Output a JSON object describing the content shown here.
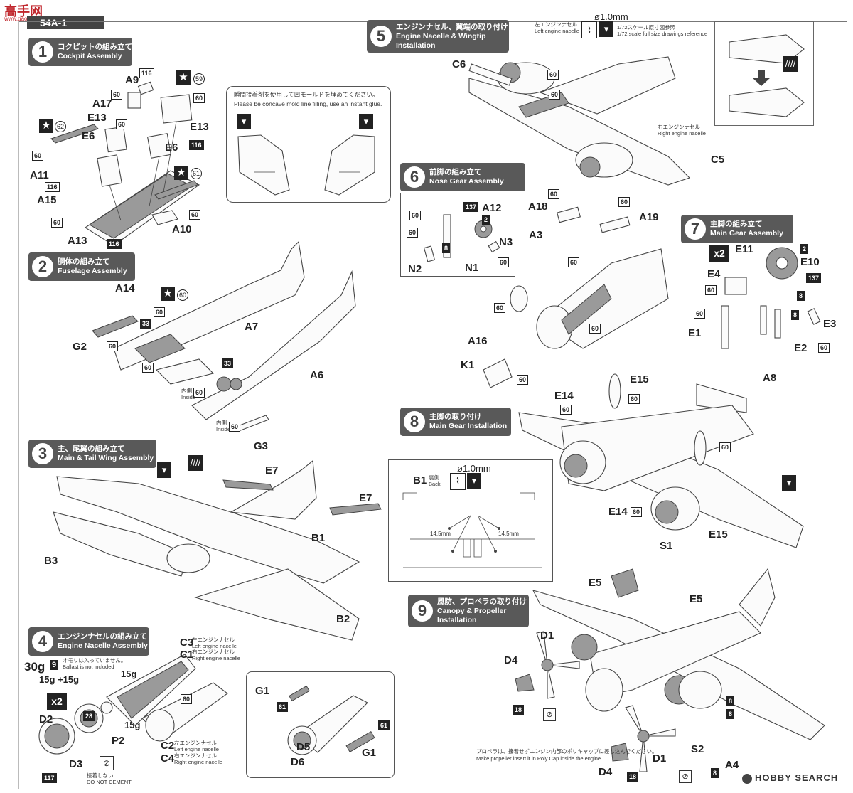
{
  "header": {
    "logo_text": "高手网",
    "logo_url": "www.gaoshon.com",
    "kit_code": "54A-1"
  },
  "steps": [
    {
      "num": "1",
      "jp": "コクピットの組み立て",
      "en": "Cockpit Assembly"
    },
    {
      "num": "2",
      "jp": "胴体の組み立て",
      "en": "Fuselage Assembly"
    },
    {
      "num": "3",
      "jp": "主、尾翼の組み立て",
      "en": "Main & Tail Wing Assembly"
    },
    {
      "num": "4",
      "jp": "エンジンナセルの組み立て",
      "en": "Engine Nacelle Assembly"
    },
    {
      "num": "5",
      "jp": "エンジンナセル、翼端の取り付け",
      "en": "Engine Nacelle & Wingtip",
      "en2": "Installation"
    },
    {
      "num": "6",
      "jp": "前脚の組み立て",
      "en": "Nose Gear Assembly"
    },
    {
      "num": "7",
      "jp": "主脚の組み立て",
      "en": "Main Gear Assembly"
    },
    {
      "num": "8",
      "jp": "主脚の取り付け",
      "en": "Main Gear Installation"
    },
    {
      "num": "9",
      "jp": "風防、プロペラの取り付け",
      "en": "Canopy & Propeller",
      "en2": "Installation"
    }
  ],
  "notes": {
    "concave_jp": "瞬間接着剤を使用して凹モールドを埋めてください。",
    "concave_en": "Please be concave mold line filling, use an instant glue.",
    "drill_size": "ø1.0mm",
    "scale_jp": "1/72スケール原寸図参照",
    "scale_en": "1/72 scale full size drawings reference",
    "left_nacelle_jp": "左エンジンナセル",
    "left_nacelle_en": "Left engine nacelle",
    "right_nacelle_jp": "右エンジンナセル",
    "right_nacelle_en": "Right engine nacelle",
    "ballast_weight": "30g",
    "ballast_split": "15g +15g",
    "ballast_half": "15g",
    "ballast_jp": "オモリは入っていません。",
    "ballast_en": "Ballast is not included",
    "no_cement_jp": "接着しない",
    "no_cement_en": "DO NOT CEMENT",
    "inside_jp": "内側",
    "inside_en": "Inside",
    "back_jp": "裏側",
    "back_en": "Back",
    "dim_a": "14.5mm",
    "dim_b": "14.5mm",
    "x2": "x2",
    "prop_jp": "プロペラは、接着せずエンジン内部のポリキャップに差し込んでください。",
    "prop_en": "Make propeller insert it in Poly Cap inside the engine.",
    "watermark": "HOBBY SEARCH"
  },
  "parts": {
    "A9": "A9",
    "A17": "A17",
    "E13a": "E13",
    "E13b": "E13",
    "E6a": "E6",
    "E6b": "E6",
    "A11": "A11",
    "A15": "A15",
    "A13": "A13",
    "A10": "A10",
    "A14": "A14",
    "A7": "A7",
    "G2": "G2",
    "A6": "A6",
    "G3": "G3",
    "E7a": "E7",
    "E7b": "E7",
    "B1": "B1",
    "B3": "B3",
    "B2": "B2",
    "C3": "C3",
    "C1": "C1",
    "C2": "C2",
    "C4": "C4",
    "D2": "D2",
    "D3": "D3",
    "P2": "P2",
    "G1a": "G1",
    "G1b": "G1",
    "D5": "D5",
    "D6": "D6",
    "C6": "C6",
    "C5": "C5",
    "A18": "A18",
    "A19": "A19",
    "A3": "A3",
    "A12": "A12",
    "N3": "N3",
    "N2": "N2",
    "N1": "N1",
    "A16": "A16",
    "K1": "K1",
    "E11": "E11",
    "E10": "E10",
    "E4": "E4",
    "E1": "E1",
    "E3": "E3",
    "E2": "E2",
    "A8": "A8",
    "E14a": "E14",
    "E14b": "E14",
    "E15a": "E15",
    "E15b": "E15",
    "B1b": "B1",
    "S1": "S1",
    "E5a": "E5",
    "E5b": "E5",
    "D1a": "D1",
    "D1b": "D1",
    "D4a": "D4",
    "D4b": "D4",
    "S2": "S2",
    "A4": "A4"
  },
  "colors": {
    "c116": "116",
    "c60": "60",
    "c59": "59",
    "c62": "62",
    "c61": "61",
    "c33": "33",
    "c28": "28",
    "c117": "117",
    "c137": "137",
    "c2": "2",
    "c8": "8",
    "c18": "18",
    "c9": "9"
  }
}
